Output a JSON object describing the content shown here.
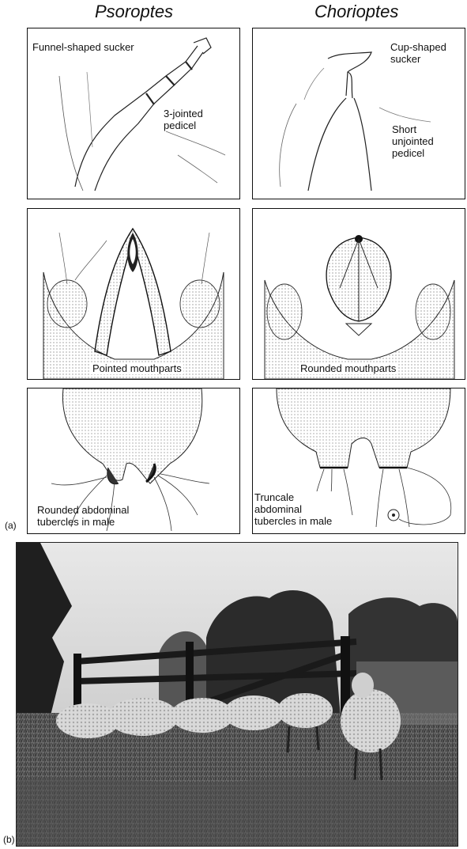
{
  "columns": {
    "left": "Psoroptes",
    "right": "Chorioptes"
  },
  "panels": {
    "left_top": {
      "labels": [
        "Funnel-shaped sucker",
        "3-jointed\npedicel"
      ]
    },
    "right_top": {
      "labels": [
        "Cup-shaped\nsucker",
        "Short\nunjointed\npedicel"
      ]
    },
    "left_mid": {
      "labels": [
        "Pointed mouthparts"
      ]
    },
    "right_mid": {
      "labels": [
        "Rounded mouthparts"
      ]
    },
    "left_bot": {
      "labels": [
        "Rounded abdominal\ntubercles in male"
      ]
    },
    "right_bot": {
      "labels": [
        "Truncale\nabdominal\ntubercles in male"
      ]
    }
  },
  "part_tags": {
    "a": "(a)",
    "b": "(b)"
  }
}
